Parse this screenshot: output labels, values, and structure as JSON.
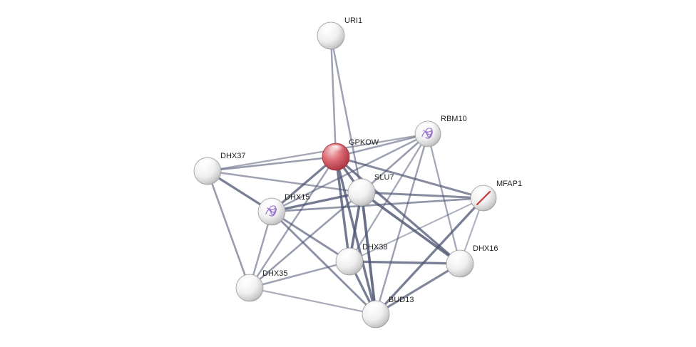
{
  "network": {
    "colors": {
      "background": "#ffffff",
      "query_node_fill": "#d9626c",
      "query_node_edge": "#9e2f3a",
      "node_fill": "#f4f4f4",
      "node_edge": "#9a9a9a",
      "edge_color": "#4a5270",
      "structure_purple": "#8a5cc4",
      "structure_red": "#c43a3a"
    },
    "nodes": [
      {
        "id": "uri1",
        "label": "URI1",
        "query": false,
        "structure": "none"
      },
      {
        "id": "gpkow",
        "label": "GPKOW",
        "query": true,
        "structure": "none"
      },
      {
        "id": "rbm10",
        "label": "RBM10",
        "query": false,
        "structure": "protein-fold"
      },
      {
        "id": "dhx37",
        "label": "DHX37",
        "query": false,
        "structure": "none"
      },
      {
        "id": "slu7",
        "label": "SLU7",
        "query": false,
        "structure": "none"
      },
      {
        "id": "mfap1",
        "label": "MFAP1",
        "query": false,
        "structure": "helix"
      },
      {
        "id": "dhx15",
        "label": "DHX15",
        "query": false,
        "structure": "protein-fold"
      },
      {
        "id": "dhx38",
        "label": "DHX38",
        "query": false,
        "structure": "none"
      },
      {
        "id": "dhx16",
        "label": "DHX16",
        "query": false,
        "structure": "none"
      },
      {
        "id": "dhx35",
        "label": "DHX35",
        "query": false,
        "structure": "none"
      },
      {
        "id": "bud13",
        "label": "BUD13",
        "query": false,
        "structure": "none"
      }
    ],
    "edges": [
      {
        "source": "uri1",
        "target": "gpkow",
        "strength": 0.45
      },
      {
        "source": "uri1",
        "target": "slu7",
        "strength": 0.45
      },
      {
        "source": "gpkow",
        "target": "dhx37",
        "strength": 0.5
      },
      {
        "source": "gpkow",
        "target": "rbm10",
        "strength": 0.45
      },
      {
        "source": "gpkow",
        "target": "slu7",
        "strength": 0.8
      },
      {
        "source": "gpkow",
        "target": "dhx15",
        "strength": 0.75
      },
      {
        "source": "gpkow",
        "target": "mfap1",
        "strength": 0.65
      },
      {
        "source": "gpkow",
        "target": "dhx38",
        "strength": 0.8
      },
      {
        "source": "gpkow",
        "target": "dhx16",
        "strength": 0.75
      },
      {
        "source": "gpkow",
        "target": "bud13",
        "strength": 0.8
      },
      {
        "source": "gpkow",
        "target": "dhx35",
        "strength": 0.45
      },
      {
        "source": "rbm10",
        "target": "dhx37",
        "strength": 0.4
      },
      {
        "source": "rbm10",
        "target": "slu7",
        "strength": 0.5
      },
      {
        "source": "rbm10",
        "target": "dhx15",
        "strength": 0.45
      },
      {
        "source": "rbm10",
        "target": "dhx16",
        "strength": 0.4
      },
      {
        "source": "rbm10",
        "target": "dhx38",
        "strength": 0.4
      },
      {
        "source": "rbm10",
        "target": "bud13",
        "strength": 0.45
      },
      {
        "source": "dhx37",
        "target": "slu7",
        "strength": 0.45
      },
      {
        "source": "dhx37",
        "target": "dhx15",
        "strength": 0.75
      },
      {
        "source": "dhx37",
        "target": "dhx35",
        "strength": 0.5
      },
      {
        "source": "slu7",
        "target": "dhx15",
        "strength": 0.8
      },
      {
        "source": "slu7",
        "target": "mfap1",
        "strength": 0.65
      },
      {
        "source": "slu7",
        "target": "dhx38",
        "strength": 0.85
      },
      {
        "source": "slu7",
        "target": "dhx16",
        "strength": 0.85
      },
      {
        "source": "slu7",
        "target": "bud13",
        "strength": 0.9
      },
      {
        "source": "slu7",
        "target": "dhx35",
        "strength": 0.5
      },
      {
        "source": "dhx15",
        "target": "mfap1",
        "strength": 0.55
      },
      {
        "source": "dhx15",
        "target": "dhx38",
        "strength": 0.6
      },
      {
        "source": "dhx15",
        "target": "dhx35",
        "strength": 0.45
      },
      {
        "source": "dhx15",
        "target": "bud13",
        "strength": 0.6
      },
      {
        "source": "mfap1",
        "target": "bud13",
        "strength": 0.75
      },
      {
        "source": "mfap1",
        "target": "dhx16",
        "strength": 0.3
      },
      {
        "source": "mfap1",
        "target": "dhx38",
        "strength": 0.3
      },
      {
        "source": "dhx38",
        "target": "dhx16",
        "strength": 0.75
      },
      {
        "source": "dhx38",
        "target": "bud13",
        "strength": 0.75
      },
      {
        "source": "dhx38",
        "target": "dhx35",
        "strength": 0.45
      },
      {
        "source": "dhx16",
        "target": "bud13",
        "strength": 0.7
      },
      {
        "source": "dhx35",
        "target": "bud13",
        "strength": 0.35
      }
    ]
  }
}
